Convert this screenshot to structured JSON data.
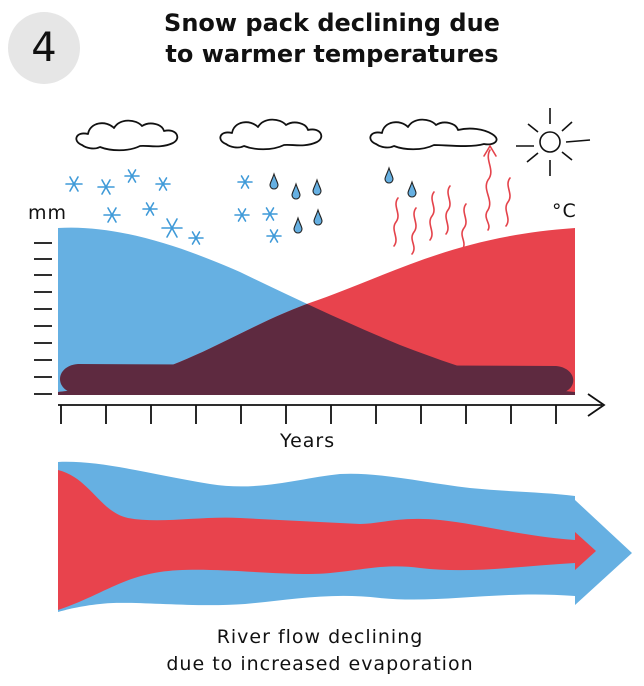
{
  "badge": "4",
  "title": {
    "line1": "Snow pack declining due",
    "line2": "to warmer temperatures"
  },
  "chart": {
    "y_left_unit": "mm",
    "y_right_unit": "°C",
    "x_label": "Years"
  },
  "caption": {
    "line1": "River flow declining",
    "line2": "due to increased evaporation"
  },
  "colors": {
    "snow_blue": "#66b0e2",
    "warm_red": "#e8434d",
    "overlap": "#5e2a40",
    "sketch_blue": "#3f9ad8",
    "heat_red": "#e4434b"
  },
  "icons": [
    "cloud-icon",
    "snowflake-icon",
    "raindrop-icon",
    "heat-wave-icon",
    "sun-icon",
    "river-arrow-icon"
  ]
}
